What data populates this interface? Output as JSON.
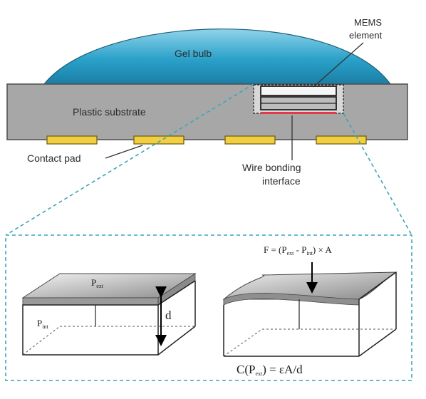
{
  "labels": {
    "gel_bulb": "Gel bulb",
    "plastic_substrate": "Plastic substrate",
    "mems_line1": "MEMS",
    "mems_line2": "element",
    "contact_pad": "Contact pad",
    "wire_bonding_line1": "Wire bonding",
    "wire_bonding_line2": "interface"
  },
  "formulas": {
    "force": {
      "prefix": "F = (P",
      "sub1": "ext",
      "mid": " - P",
      "sub2": "int",
      "suffix": ") × A"
    },
    "capacitance": {
      "prefix": "C(P",
      "sub": "ext",
      "suffix": ") = εA/d"
    },
    "p_ext": {
      "main": "P",
      "sub": "ext"
    },
    "p_int": {
      "main": "P",
      "sub": "int"
    },
    "distance": "d"
  },
  "colors": {
    "gel": "#2aa1c9",
    "substrate": "#a7a7a7",
    "pad": "#f2cf3f",
    "interface": "#e23a4a",
    "dashed": "#3aa6b6"
  }
}
